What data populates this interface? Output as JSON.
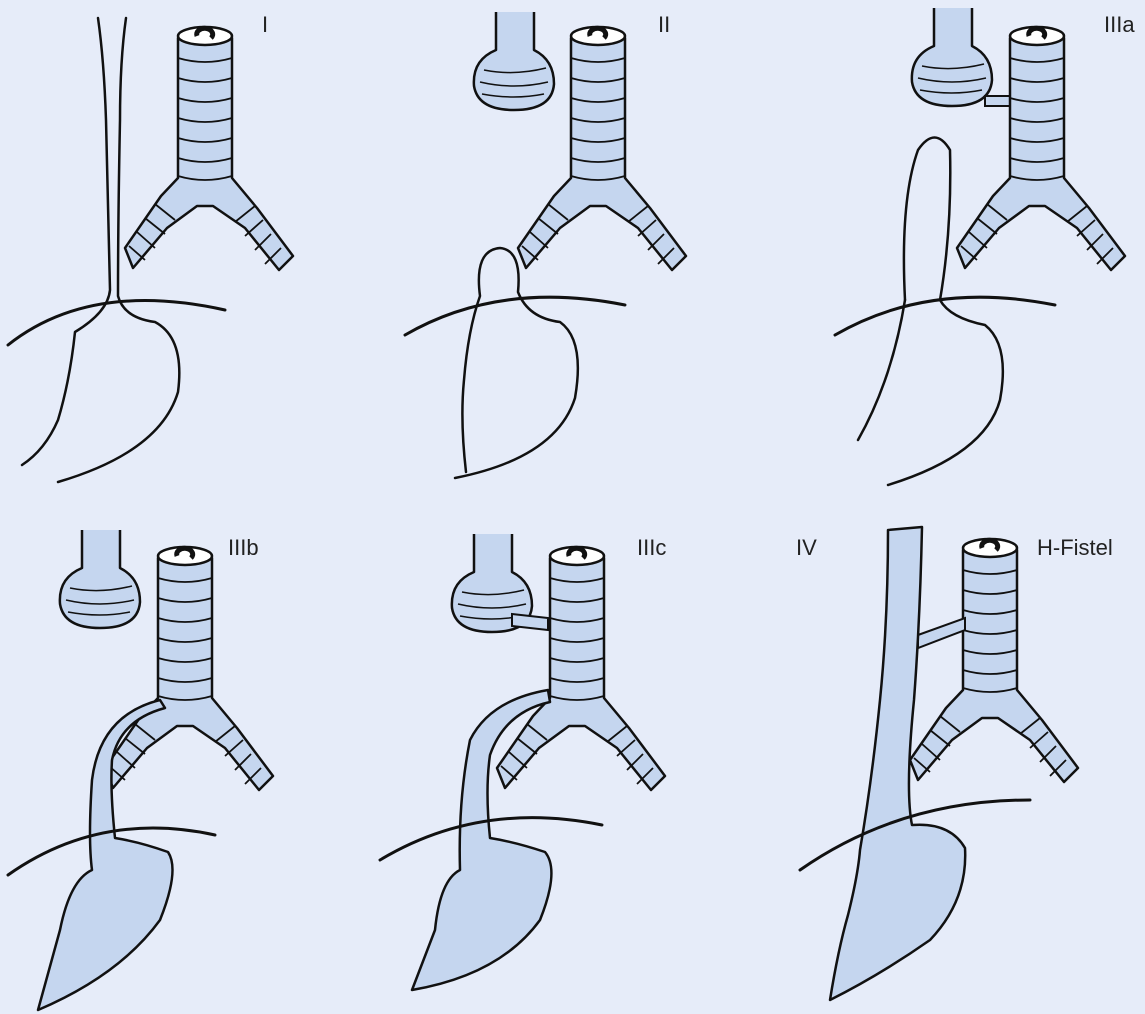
{
  "colors": {
    "background": "#e6ecf9",
    "organ_fill": "#c5d6ef",
    "ink": "#111111"
  },
  "panels": [
    {
      "label": "I"
    },
    {
      "label": "II"
    },
    {
      "label": "IIIa"
    },
    {
      "label": "IIIb"
    },
    {
      "label": "IIIc"
    },
    {
      "label": "IV"
    },
    {
      "label": "H-Fistel"
    }
  ]
}
